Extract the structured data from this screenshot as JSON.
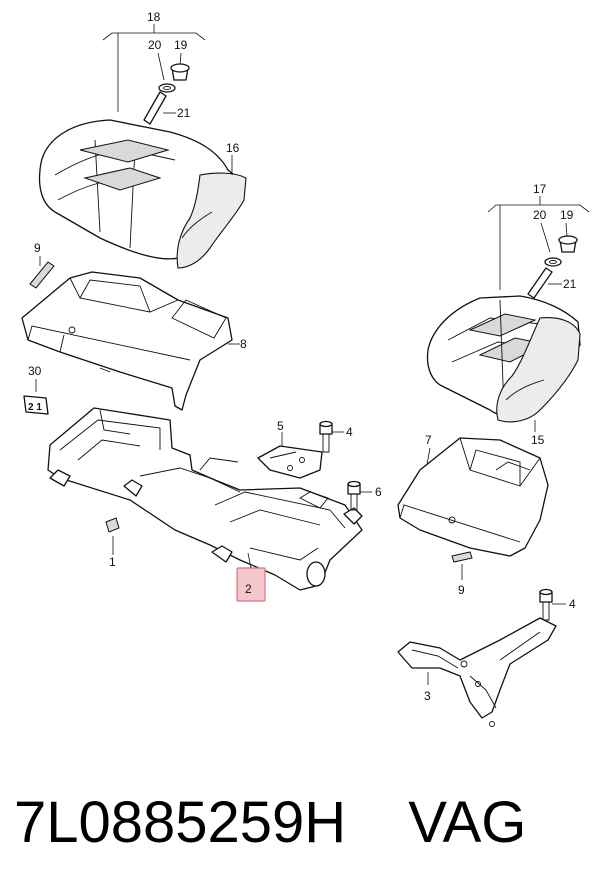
{
  "callouts": {
    "c1": "1",
    "c2": "2",
    "c3": "3",
    "c4a": "4",
    "c4b": "4",
    "c5": "5",
    "c6": "6",
    "c7": "7",
    "c8": "8",
    "c9a": "9",
    "c9b": "9",
    "c15": "15",
    "c16": "16",
    "c17": "17",
    "c18": "18",
    "c19a": "19",
    "c19b": "19",
    "c20a": "20",
    "c20b": "20",
    "c21a": "21",
    "c21b": "21",
    "c30": "30"
  },
  "highlight_color": "#f5c6cb",
  "footer": {
    "part_number": "7L0885259H",
    "brand": "VAG"
  }
}
